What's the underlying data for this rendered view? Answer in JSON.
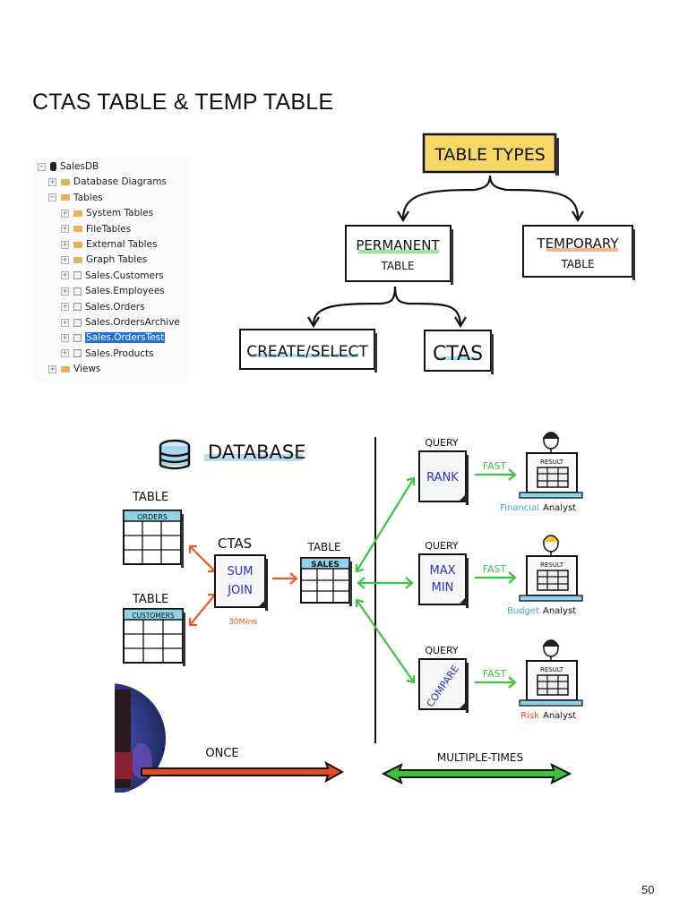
{
  "page": {
    "title": "CTAS TABLE & TEMP TABLE",
    "page_number": "50"
  },
  "object_explorer": {
    "items": [
      {
        "label": "SalesDB",
        "icon": "database-icon",
        "level": 0,
        "expander": "−"
      },
      {
        "label": "Database Diagrams",
        "icon": "folder-icon",
        "level": 1,
        "expander": "+"
      },
      {
        "label": "Tables",
        "icon": "folder-icon",
        "level": 1,
        "expander": "−"
      },
      {
        "label": "System Tables",
        "icon": "folder-icon",
        "level": 2,
        "expander": "+"
      },
      {
        "label": "FileTables",
        "icon": "folder-icon",
        "level": 2,
        "expander": "+"
      },
      {
        "label": "External Tables",
        "icon": "folder-icon",
        "level": 2,
        "expander": "+"
      },
      {
        "label": "Graph Tables",
        "icon": "folder-icon",
        "level": 2,
        "expander": "+"
      },
      {
        "label": "Sales.Customers",
        "icon": "table-icon",
        "level": 2,
        "expander": "+"
      },
      {
        "label": "Sales.Employees",
        "icon": "table-icon",
        "level": 2,
        "expander": "+"
      },
      {
        "label": "Sales.Orders",
        "icon": "table-icon",
        "level": 2,
        "expander": "+"
      },
      {
        "label": "Sales.OrdersArchive",
        "icon": "table-icon",
        "level": 2,
        "expander": "+"
      },
      {
        "label": "Sales.OrdersTest",
        "icon": "table-icon",
        "level": 2,
        "expander": "+",
        "selected": true
      },
      {
        "label": "Sales.Products",
        "icon": "table-icon",
        "level": 2,
        "expander": "+"
      },
      {
        "label": "Views",
        "icon": "folder-icon",
        "level": 1,
        "expander": "+"
      }
    ],
    "selected_color": "#1e72d8"
  },
  "table_types": {
    "root": "TABLE TYPES",
    "permanent": {
      "line1": "PERMANENT",
      "line2": "TABLE"
    },
    "temporary": {
      "line1": "TEMPORARY",
      "line2": "TABLE"
    },
    "create_select": "CREATE/SELECT",
    "ctas": "CTAS",
    "colors": {
      "root_fill": "#f7d766",
      "permanent_highlight": "#7be07b",
      "temporary_highlight": "#f4a070",
      "leaf_highlight": "#8fd8ee"
    }
  },
  "database_diagram": {
    "title": "DATABASE",
    "source_tables": [
      {
        "caption": "TABLE",
        "name": "ORDERS"
      },
      {
        "caption": "TABLE",
        "name": "CUSTOMERS"
      }
    ],
    "ctas": {
      "caption": "CTAS",
      "line1": "SUM",
      "line2": "JOIN",
      "duration": "30Mins"
    },
    "target_table": {
      "caption": "TABLE",
      "name": "SALES"
    },
    "queries": [
      {
        "caption": "QUERY",
        "text": "RANK",
        "speed": "FAST",
        "result": "RESULT",
        "analyst_type": "Financial",
        "analyst": "Analyst"
      },
      {
        "caption": "QUERY",
        "text": "MAX MIN",
        "speed": "FAST",
        "result": "RESULT",
        "analyst_type": "Budget",
        "analyst": "Analyst"
      },
      {
        "caption": "QUERY",
        "text": "COMPARE",
        "speed": "FAST",
        "result": "RESULT",
        "analyst_type": "Risk",
        "analyst": "Analyst"
      }
    ],
    "once_label": "ONCE",
    "multiple_label": "MULTIPLE-TIMES",
    "colors": {
      "red": "#ea5a2b",
      "green": "#3cc43c",
      "blue_text": "#2233cc",
      "table_header": "#8fd3ea",
      "financial": "#3aa6d8",
      "budget": "#3aa6d8",
      "risk": "#e0502a"
    }
  }
}
